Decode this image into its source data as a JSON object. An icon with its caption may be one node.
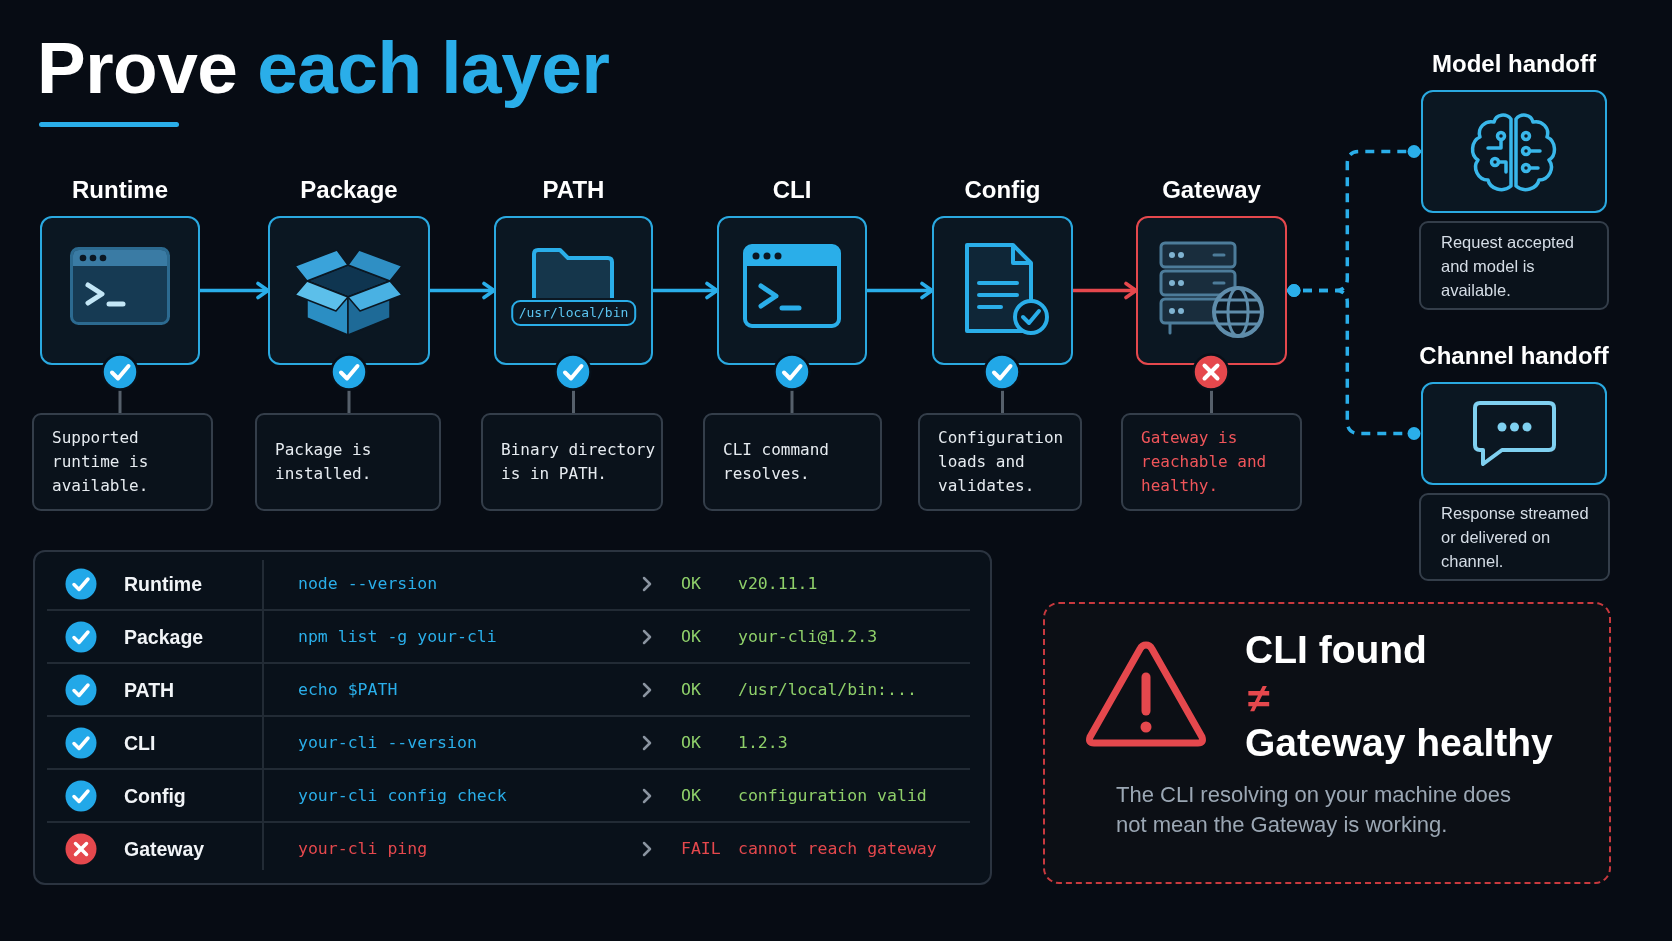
{
  "diagram": {
    "title": "Prove each layer",
    "nodes": [
      {
        "text": [
          "Runtime"
        ]
      },
      {
        "text": [
          "Supported runtime is available."
        ]
      },
      {
        "text": [
          "Package"
        ]
      },
      {
        "text": [
          "Package is installed."
        ]
      },
      {
        "text": [
          "PATH",
          "/usr/local/bin"
        ]
      },
      {
        "text": [
          "Binary directory is in PATH."
        ]
      },
      {
        "text": [
          "CLI"
        ]
      },
      {
        "text": [
          "CLI command resolves."
        ]
      },
      {
        "text": [
          "Config"
        ]
      },
      {
        "text": [
          "Configuration loads and validates."
        ]
      },
      {
        "text": [
          "Gateway"
        ]
      },
      {
        "text": [
          "Gateway is reachable and healthy."
        ]
      },
      {
        "text": [
          "Model handoff"
        ]
      },
      {
        "text": [
          "Request accepted and model is available."
        ]
      },
      {
        "text": [
          "Channel handoff"
        ]
      },
      {
        "text": [
          "Response streamed or delivered on channel."
        ]
      },
      {
        "text": [
          "CLI found",
          "≠",
          "Gateway healthy",
          "The CLI resolving on your machine does not mean the Gateway is working."
        ]
      }
    ],
    "edges": [
      {
        "from": 0,
        "to": 2,
        "arrow": "to"
      },
      {
        "from": 2,
        "to": 4,
        "arrow": "to"
      },
      {
        "from": 4,
        "to": 6,
        "arrow": "to"
      },
      {
        "from": 6,
        "to": 8,
        "arrow": "to"
      },
      {
        "from": 8,
        "to": 10,
        "arrow": "to",
        "color": "#e5484d"
      },
      {
        "from": 10,
        "to": 12,
        "arrow": "other",
        "style": "dashed"
      },
      {
        "from": 10,
        "to": 14,
        "arrow": "other",
        "style": "dashed"
      },
      {
        "from": 0,
        "to": 1,
        "arrow": "none",
        "color": "#56606b"
      },
      {
        "from": 2,
        "to": 3,
        "arrow": "none",
        "color": "#56606b"
      },
      {
        "from": 4,
        "to": 5,
        "arrow": "none",
        "color": "#56606b"
      },
      {
        "from": 6,
        "to": 7,
        "arrow": "none",
        "color": "#56606b"
      },
      {
        "from": 8,
        "to": 9,
        "arrow": "none",
        "color": "#56606b"
      },
      {
        "from": 10,
        "to": 11,
        "arrow": "none",
        "color": "#56606b"
      }
    ],
    "labels": [
      "Runtime",
      "node --version",
      "OK",
      "v20.11.1",
      "Package",
      "npm list -g your-cli",
      "OK",
      "your-cli@1.2.3",
      "PATH",
      "echo $PATH",
      "OK",
      "/usr/local/bin:...",
      "CLI",
      "your-cli --version",
      "OK",
      "1.2.3",
      "Config",
      "your-cli config check",
      "OK",
      "configuration valid",
      "Gateway",
      "your-cli ping",
      "FAIL",
      "cannot reach gateway"
    ]
  }
}
